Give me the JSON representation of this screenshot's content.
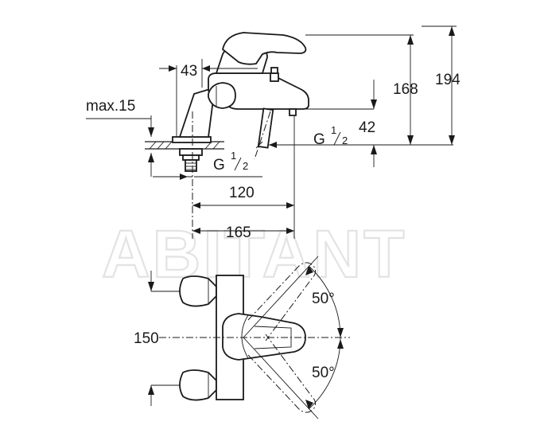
{
  "watermark": "ABITANT",
  "side_view": {
    "dim_43": "43",
    "dim_max15": "max.15",
    "dim_168": "168",
    "dim_194": "194",
    "dim_42": "42",
    "thread_upper_main": "G",
    "thread_upper_num": "1",
    "thread_upper_den": "2",
    "thread_lower_main": "G",
    "thread_lower_num": "1",
    "thread_lower_den": "2",
    "dim_120": "120",
    "dim_165": "165"
  },
  "front_view": {
    "dim_150": "150",
    "angle_top": "50°",
    "angle_bottom": "50°"
  }
}
